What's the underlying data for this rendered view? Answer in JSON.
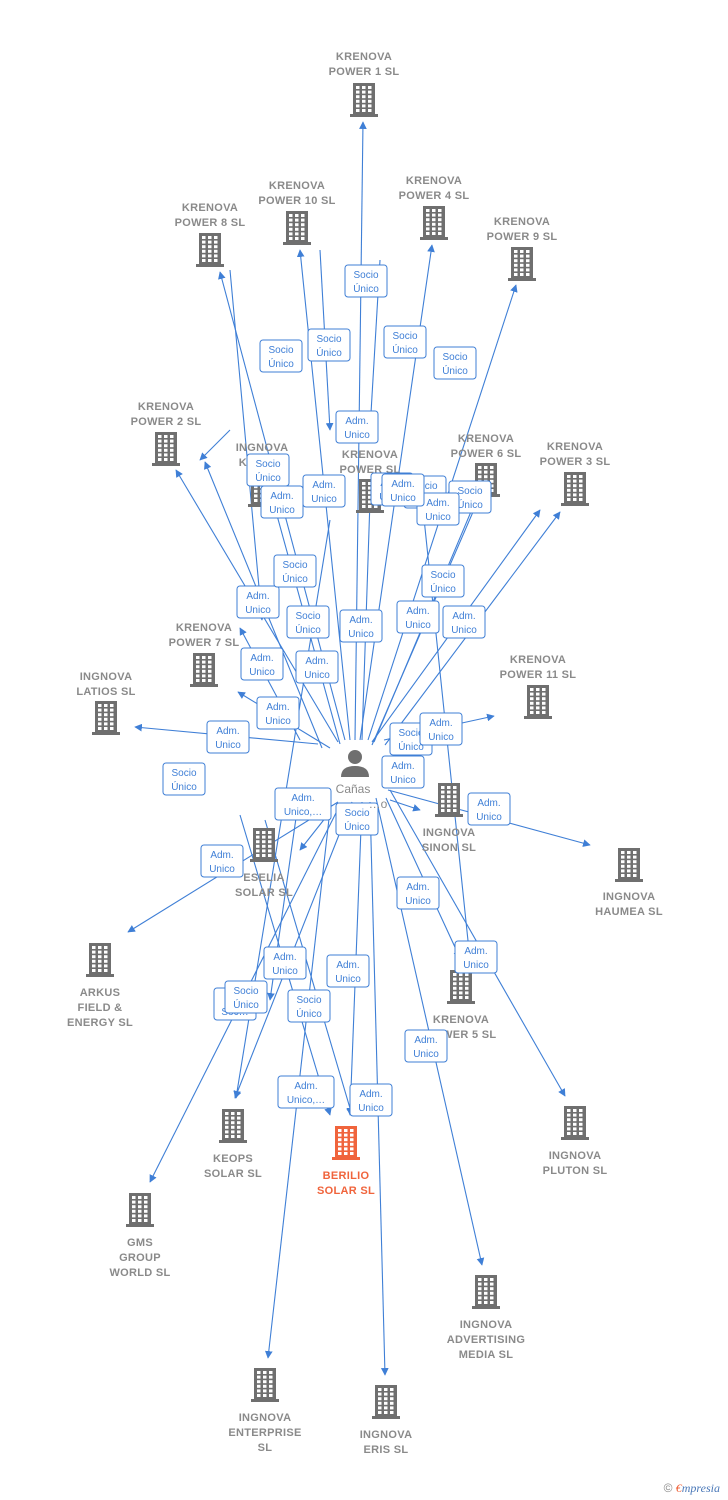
{
  "colors": {
    "edge": "#3f7fd6",
    "node": "#6f6f6f",
    "highlight": "#f0643c",
    "label": "#8a8a8a"
  },
  "person": {
    "line1": "Cañas",
    "line2": "…o"
  },
  "nodes": [
    {
      "id": "krenova-power-1",
      "lines": [
        "KRENOVA",
        "POWER 1  SL"
      ]
    },
    {
      "id": "krenova-power-10",
      "lines": [
        "KRENOVA",
        "POWER 10  SL"
      ]
    },
    {
      "id": "krenova-power-4",
      "lines": [
        "KRENOVA",
        "POWER 4  SL"
      ]
    },
    {
      "id": "krenova-power-8",
      "lines": [
        "KRENOVA",
        "POWER 8  SL"
      ]
    },
    {
      "id": "krenova-power-9",
      "lines": [
        "KRENOVA",
        "POWER 9  SL"
      ]
    },
    {
      "id": "krenova-power-2",
      "lines": [
        "KRENOVA",
        "POWER 2  SL"
      ]
    },
    {
      "id": "ingnova-kon",
      "lines": [
        "INGNOVA",
        "KO…  SL"
      ]
    },
    {
      "id": "krenova-power",
      "lines": [
        "KRENOVA",
        "POWER  SL"
      ]
    },
    {
      "id": "krenova-power-6",
      "lines": [
        "KRENOVA",
        "POWER 6  SL"
      ]
    },
    {
      "id": "krenova-power-3",
      "lines": [
        "KRENOVA",
        "POWER 3  SL"
      ]
    },
    {
      "id": "krenova-power-7",
      "lines": [
        "KRENOVA",
        "POWER 7  SL"
      ]
    },
    {
      "id": "krenova-power-11",
      "lines": [
        "KRENOVA",
        "POWER 11  SL"
      ]
    },
    {
      "id": "ingnova-latios",
      "lines": [
        "INGNOVA",
        "LATIOS  SL"
      ]
    },
    {
      "id": "ingnova-sinon",
      "lines": [
        "INGNOVA",
        "SINON  SL"
      ]
    },
    {
      "id": "ingnova-haumea",
      "lines": [
        "INGNOVA",
        "HAUMEA  SL"
      ]
    },
    {
      "id": "eselia-solar",
      "lines": [
        "ESELIA",
        "SOLAR  SL"
      ]
    },
    {
      "id": "arkus-field",
      "lines": [
        "ARKUS",
        "FIELD &",
        "ENERGY  SL"
      ]
    },
    {
      "id": "krenova-power-5",
      "lines": [
        "KRENOVA",
        "POWER 5  SL"
      ]
    },
    {
      "id": "keops-solar",
      "lines": [
        "KEOPS",
        "SOLAR  SL"
      ]
    },
    {
      "id": "berilio-solar",
      "lines": [
        "BERILIO",
        "SOLAR  SL"
      ],
      "highlight": true
    },
    {
      "id": "ingnova-pluton",
      "lines": [
        "INGNOVA",
        "PLUTON  SL"
      ]
    },
    {
      "id": "gms-group",
      "lines": [
        "GMS",
        "GROUP",
        "WORLD  SL"
      ]
    },
    {
      "id": "ingnova-advertising",
      "lines": [
        "INGNOVA",
        "ADVERTISING",
        "MEDIA  SL"
      ]
    },
    {
      "id": "ingnova-enterprise",
      "lines": [
        "INGNOVA",
        "ENTERPRISE",
        "SL"
      ]
    },
    {
      "id": "ingnova-eris",
      "lines": [
        "INGNOVA",
        "ERIS  SL"
      ]
    }
  ],
  "edge_labels": [
    [
      "Socio",
      "Único"
    ],
    [
      "Socio",
      "Único"
    ],
    [
      "Socio",
      "Único"
    ],
    [
      "Socio",
      "Único"
    ],
    [
      "Socio",
      "Único"
    ],
    [
      "Adm.",
      "Unico"
    ],
    [
      "Socio",
      "Único"
    ],
    [
      "Adm.",
      "Unico"
    ],
    [
      "Adm.",
      "Unico"
    ],
    [
      "Adm.",
      "Unico"
    ],
    [
      "Socio",
      "Único"
    ],
    [
      "Adm.",
      "Unico"
    ],
    [
      "Socio",
      "Único"
    ],
    [
      "Socio",
      "Único"
    ],
    [
      "Adm.",
      "Unico"
    ],
    [
      "Adm.",
      "Unico"
    ],
    [
      "Adm.",
      "Unico"
    ],
    [
      "Adm.",
      "Unico"
    ],
    [
      "Adm.",
      "Unico"
    ],
    [
      "Socio",
      "Único"
    ],
    [
      "Socio",
      "Único"
    ],
    [
      "Adm.",
      "Unico"
    ],
    [
      "Adm.",
      "Unico"
    ],
    [
      "Socio",
      "Único"
    ],
    [
      "Adm.",
      "Unico"
    ],
    [
      "Adm.",
      "Unico"
    ],
    [
      "Socio",
      "Único"
    ],
    [
      "Adm.",
      "Unico,…"
    ],
    [
      "Adm.",
      "Unico"
    ],
    [
      "Socio",
      "Único"
    ],
    [
      "Adm.",
      "Unico"
    ],
    [
      "Adm.",
      "Unico"
    ],
    [
      "Adm.",
      "Unico"
    ],
    [
      "Adm.",
      "Unico"
    ],
    [
      "Adm.",
      "Unico"
    ],
    [
      "Socio",
      "Único"
    ],
    [
      "A…",
      "Soc…"
    ],
    [
      "Socio",
      "Único"
    ],
    [
      "Adm.",
      "Unico"
    ],
    [
      "Adm.",
      "Unico,…"
    ],
    [
      "Adm.",
      "Unico"
    ],
    [
      "Adm.",
      "Unico"
    ],
    [
      "Adm.",
      "Unico"
    ]
  ],
  "footer": {
    "copyright": "©",
    "brand_e": "€",
    "brand_rest": "mpresia"
  }
}
